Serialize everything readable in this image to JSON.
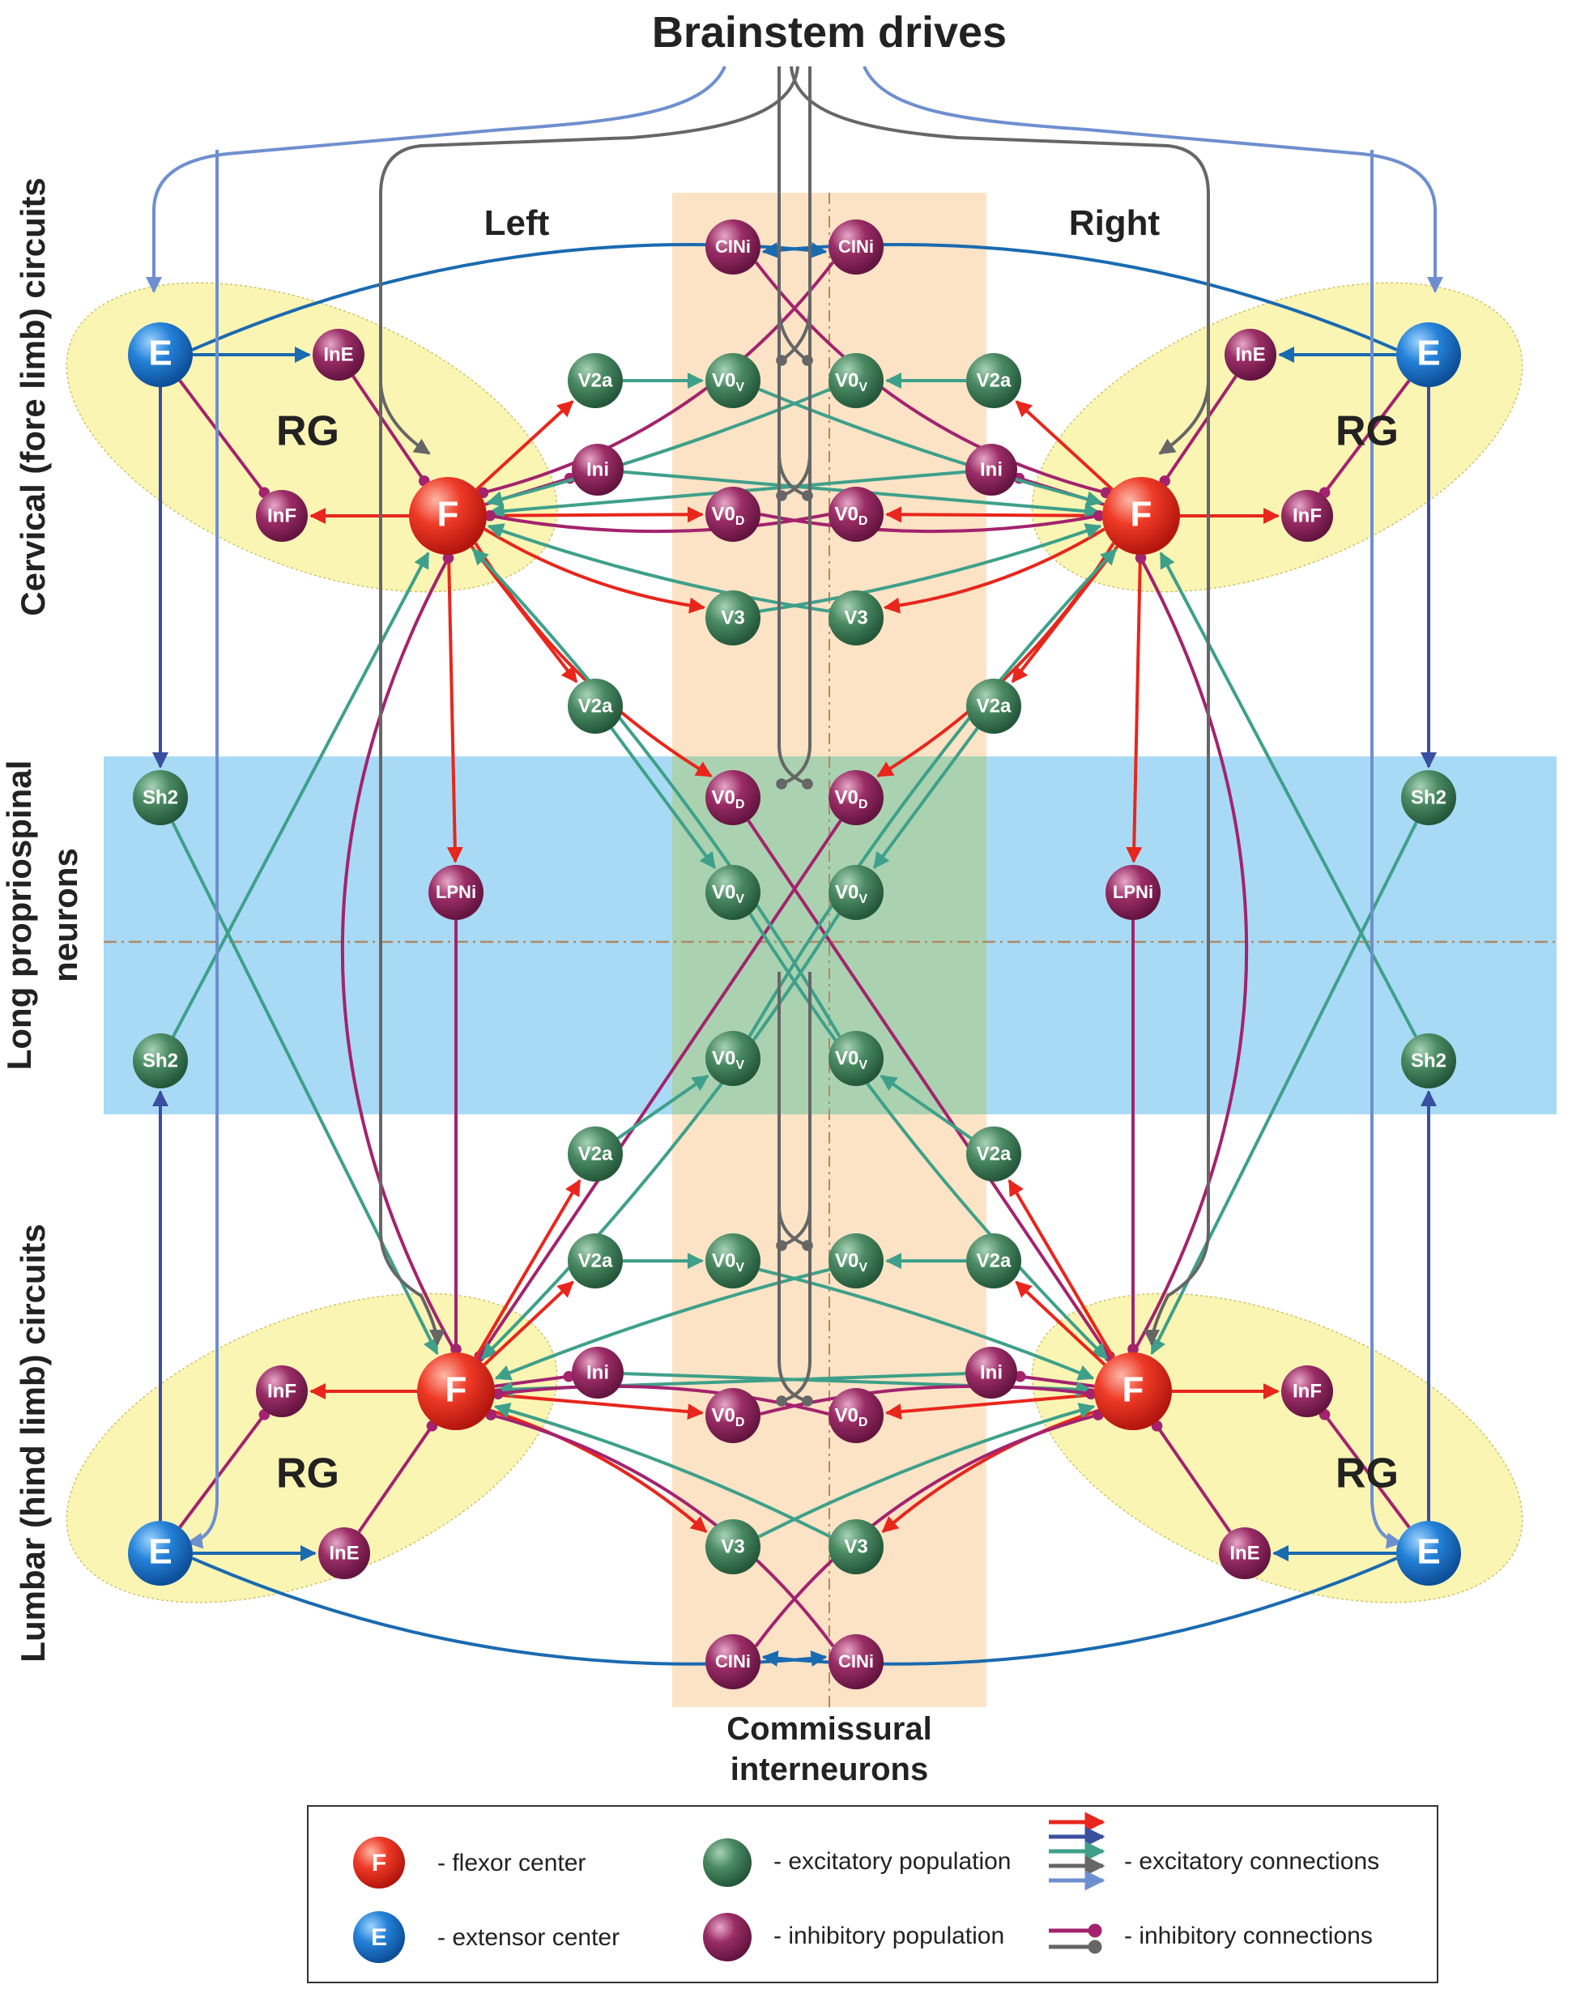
{
  "title": "Brainstem drives",
  "sides": {
    "left": "Left",
    "right": "Right"
  },
  "regions": {
    "cervical": "Cervical (fore limb) circuits",
    "propriospinal_line1": "Long propriospinal",
    "propriospinal_line2": "neurons",
    "lumbar": "Lumbar (hind limb) circuits",
    "commissural_line1": "Commissural",
    "commissural_line2": "interneurons"
  },
  "rg_label": "RG",
  "node_labels": {
    "F": "F",
    "E": "E",
    "InE": "InE",
    "InF": "InF",
    "Ini": "Ini",
    "CINi": "CINi",
    "V2a": "V2a",
    "V3": "V3",
    "V0": "V0",
    "V": "V",
    "D": "D",
    "Sh2": "Sh2",
    "LPNi": "LPNi"
  },
  "legend": {
    "flexor": "- flexor center",
    "extensor": "- extensor center",
    "excitatory_pop": "- excitatory population",
    "inhibitory_pop": "- inhibitory population",
    "excitatory_conn": "- excitatory connections",
    "inhibitory_conn": "- inhibitory connections"
  },
  "colors": {
    "flexor": "#e8261c",
    "extensor": "#1a6fc4",
    "excitatory": "#3e7d56",
    "inhibitory": "#92235e",
    "red_conn": "#e8261c",
    "teal_conn": "#3ea08a",
    "blue_conn": "#1a6ab0",
    "navy_conn": "#3a4fa0",
    "lightblue_conn": "#6e8fcf",
    "gray_conn": "#666666",
    "magenta_conn": "#a3236e",
    "rg_fill": "#fbf5b4",
    "commissural_fill": "#fde0bf",
    "propriospinal_fill": "#a9daf5"
  }
}
